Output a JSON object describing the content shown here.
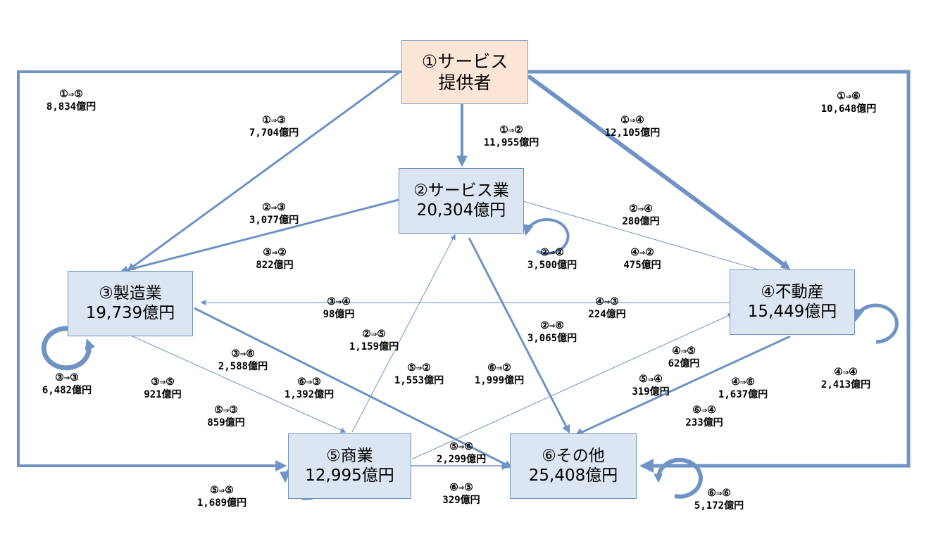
{
  "nodes": {
    "n1": {
      "line1": "①サービス",
      "line2": "提供者"
    },
    "n2": {
      "line1": "②サービス業",
      "line2": "20,304億円"
    },
    "n3": {
      "line1": "③製造業",
      "line2": "19,739億円"
    },
    "n4": {
      "line1": "④不動産",
      "line2": "15,449億円"
    },
    "n5": {
      "line1": "⑤商業",
      "line2": "12,995億円"
    },
    "n6": {
      "line1": "⑥その他",
      "line2": "25,408億円"
    }
  },
  "flows": {
    "f15": {
      "route": "①⇒⑤",
      "amount": "8,834億円"
    },
    "f13": {
      "route": "①⇒③",
      "amount": "7,704億円"
    },
    "f12": {
      "route": "①⇒②",
      "amount": "11,955億円"
    },
    "f14": {
      "route": "①⇒④",
      "amount": "12,105億円"
    },
    "f16": {
      "route": "①⇒⑥",
      "amount": "10,648億円"
    },
    "f23": {
      "route": "②⇒③",
      "amount": "3,077億円"
    },
    "f32": {
      "route": "③⇒②",
      "amount": "822億円"
    },
    "f24": {
      "route": "②⇒④",
      "amount": "280億円"
    },
    "f22": {
      "route": "②⇒②",
      "amount": "3,500億円"
    },
    "f42": {
      "route": "④⇒②",
      "amount": "475億円"
    },
    "f34": {
      "route": "③⇒④",
      "amount": "98億円"
    },
    "f43": {
      "route": "④⇒③",
      "amount": "224億円"
    },
    "f25": {
      "route": "②⇒⑤",
      "amount": "1,159億円"
    },
    "f26": {
      "route": "②⇒⑥",
      "amount": "3,065億円"
    },
    "f36": {
      "route": "③⇒⑥",
      "amount": "2,588億円"
    },
    "f33": {
      "route": "③⇒③",
      "amount": "6,482億円"
    },
    "f35": {
      "route": "③⇒⑤",
      "amount": "921億円"
    },
    "f63": {
      "route": "⑥⇒③",
      "amount": "1,392億円"
    },
    "f53": {
      "route": "⑤⇒③",
      "amount": "859億円"
    },
    "f52": {
      "route": "⑤⇒②",
      "amount": "1,553億円"
    },
    "f62": {
      "route": "⑥⇒②",
      "amount": "1,999億円"
    },
    "f45": {
      "route": "④⇒⑤",
      "amount": "62億円"
    },
    "f54": {
      "route": "⑤⇒④",
      "amount": "319億円"
    },
    "f46": {
      "route": "④⇒⑥",
      "amount": "1,637億円"
    },
    "f64": {
      "route": "⑥⇒④",
      "amount": "233億円"
    },
    "f44": {
      "route": "④⇒④",
      "amount": "2,413億円"
    },
    "f56": {
      "route": "⑤⇒⑥",
      "amount": "2,299億円"
    },
    "f65": {
      "route": "⑥⇒⑤",
      "amount": "329億円"
    },
    "f55": {
      "route": "⑤⇒⑤",
      "amount": "1,689億円"
    },
    "f66": {
      "route": "⑥⇒⑥",
      "amount": "5,172億円"
    }
  },
  "colors": {
    "arrow": "#6e93c4",
    "node_fill": "#dce6f2",
    "source_fill": "#fbe5d6"
  }
}
